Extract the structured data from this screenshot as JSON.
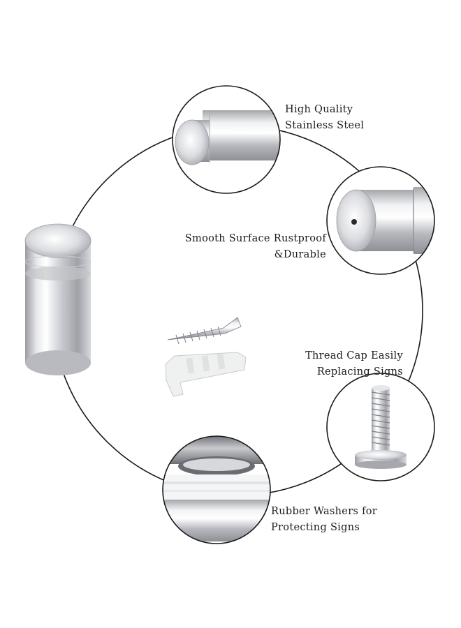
{
  "features": [
    {
      "id": "material",
      "icon": "stainless-steel-cylinder-icon",
      "lines": [
        "High Quality",
        "Stainless Steel"
      ]
    },
    {
      "id": "surface",
      "icon": "drilled-cap-icon",
      "lines": [
        "Smooth Surface Rustproof",
        "&Durable"
      ]
    },
    {
      "id": "thread",
      "icon": "threaded-bolt-icon",
      "lines": [
        "Thread Cap Easily",
        "Replacing Signs"
      ]
    },
    {
      "id": "washer",
      "icon": "rubber-washer-icon",
      "lines": [
        "Rubber Washers for",
        "Protecting Signs"
      ]
    }
  ],
  "accessories": {
    "screw_icon": "wood-screw-icon",
    "anchor_icon": "wall-anchor-icon"
  },
  "product_icon": "standoff-cylinder-icon",
  "colors": {
    "outline": "#1a1a1a",
    "steel_light": "#f2f2f4",
    "steel_dark": "#8e9096",
    "background": "#ffffff"
  }
}
